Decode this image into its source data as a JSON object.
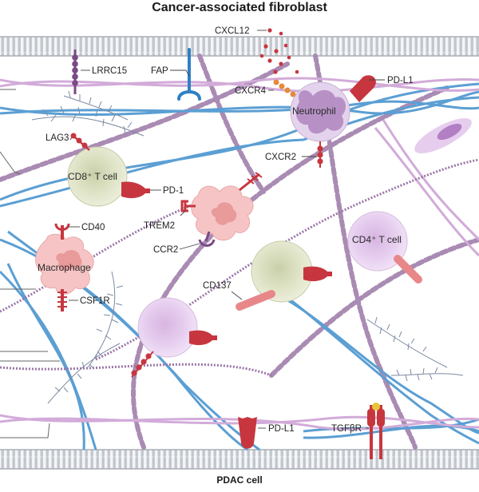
{
  "titles": {
    "top": "Cancer-associated fibroblast",
    "bottom": "PDAC cell"
  },
  "cells": {
    "neutrophil": "Neutrophil",
    "cd8_t_cell": "CD8⁺ T cell",
    "macrophage": "Macrophage",
    "cd4_t_cell": "CD4⁺ T cell"
  },
  "labels": {
    "cxcl12": "CXCL12",
    "lrrc15": "LRRC15",
    "fap": "FAP",
    "pdl1_top": "PD-L1",
    "cxcr4": "CXCR4",
    "lag3": "LAG3",
    "cxcr2": "CXCR2",
    "pd1": "PD-1",
    "cd40": "CD40",
    "trem2": "TREM2",
    "ccr2": "CCR2",
    "cd137": "CD137",
    "csf1r": "CSF1R",
    "pdl1_bottom": "PD-L1",
    "tgfbr": "TGFβR"
  },
  "colors": {
    "membrane": "#b7bcc4",
    "collagen_blue": "#5b9fd3",
    "collagen_pink": "#c9a0d2",
    "fibre_purple": "#9b75a8",
    "receptor_red": "#c7363f",
    "cell_green": "#e4e7cf",
    "cell_pink": "#f6c4c4",
    "cell_lilac": "#e9d3ef",
    "fap_blue": "#2f80c4"
  }
}
